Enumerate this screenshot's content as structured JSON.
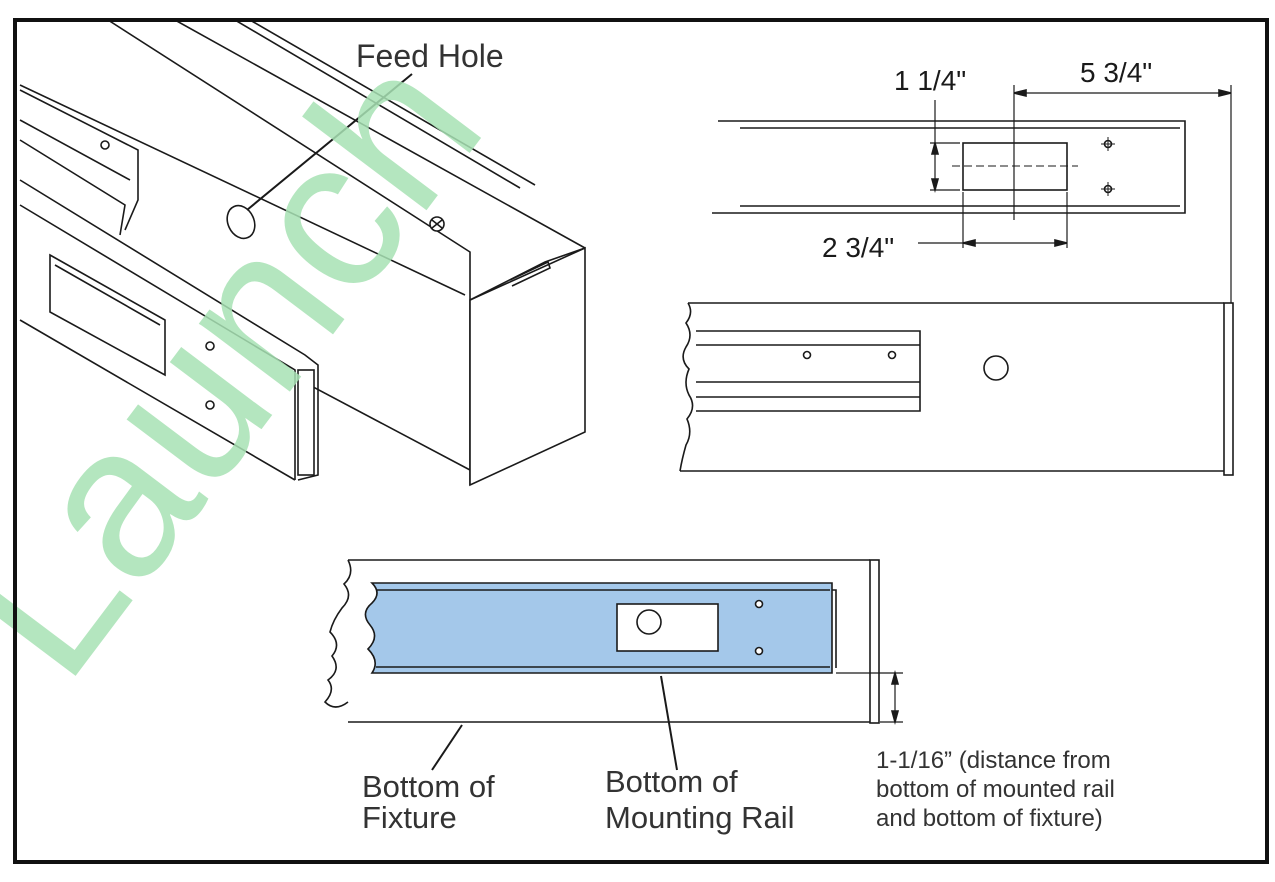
{
  "labels": {
    "feed_hole": "Feed Hole",
    "dim_1_1_4": "1 1/4\"",
    "dim_5_3_4": "5 3/4\"",
    "dim_2_3_4": "2 3/4\"",
    "bottom_of_fixture": [
      "Bottom of",
      "Fixture"
    ],
    "bottom_of_rail": [
      "Bottom of",
      "Mounting Rail"
    ],
    "distance_note": [
      "1-1/16” (distance from",
      "bottom of mounted rail",
      "and bottom of fixture)"
    ]
  },
  "watermark": {
    "text": "Launch",
    "color": "#a8e2b4"
  },
  "colors": {
    "rail_fill": "#a4c8ea",
    "line": "#1a1a1a"
  }
}
